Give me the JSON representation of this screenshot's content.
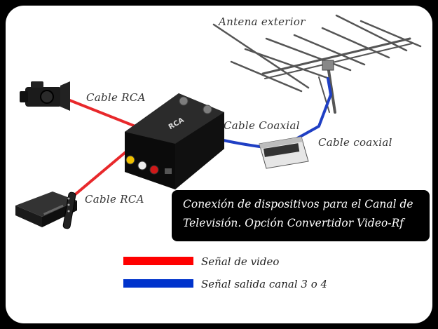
{
  "labels": {
    "antenna": "Antena exterior",
    "cable_rca_top": "Cable RCA",
    "cable_rca_bottom": "Cable RCA",
    "cable_coax_1": "Cable Coaxial",
    "cable_coax_2": "Cable coaxial"
  },
  "device": {
    "brand": "RCA"
  },
  "caption": {
    "line1": "Conexión de dispositivos para el Canal de",
    "line2": "Televisión. Opción Convertidor Video-Rf"
  },
  "legend": [
    {
      "text": "Señal de video",
      "color": "#ff0000"
    },
    {
      "text": "Señal salida canal 3 o 4",
      "color": "#0033cc"
    }
  ],
  "colors": {
    "video_cable": "#e8282b",
    "coax_cable": "#1f3fc4"
  }
}
